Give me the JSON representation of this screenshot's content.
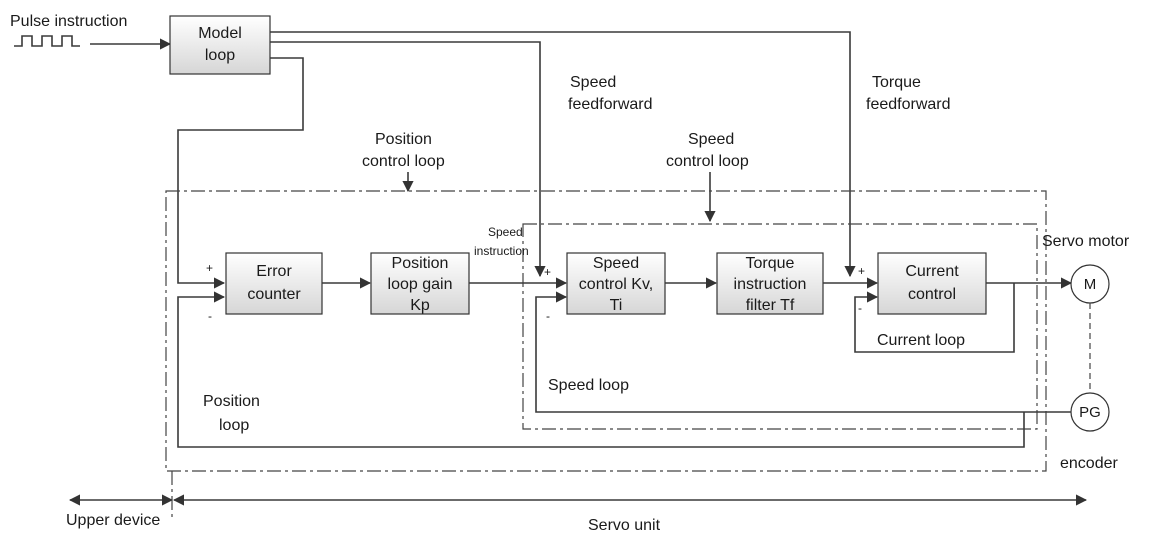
{
  "labels": {
    "pulse_instruction": "Pulse instruction",
    "speed_feedforward_1": "Speed",
    "speed_feedforward_2": "feedforward",
    "torque_feedforward_1": "Torque",
    "torque_feedforward_2": "feedforward",
    "position_control_loop_1": "Position",
    "position_control_loop_2": "control loop",
    "speed_control_loop_1": "Speed",
    "speed_control_loop_2": "control loop",
    "speed_instruction_1": "Speed",
    "speed_instruction_2": "instruction",
    "servo_motor": "Servo motor",
    "current_loop": "Current loop",
    "speed_loop": "Speed loop",
    "position_loop_1": "Position",
    "position_loop_2": "loop",
    "encoder": "encoder",
    "upper_device": "Upper device",
    "servo_unit": "Servo unit"
  },
  "blocks": {
    "model_loop": [
      "Model",
      "loop"
    ],
    "error_counter": [
      "Error",
      "counter"
    ],
    "position_gain": [
      "Position",
      "loop gain",
      "Kp"
    ],
    "speed_control": [
      "Speed",
      "control Kv,",
      "Ti"
    ],
    "torque_filter": [
      "Torque",
      "instruction",
      "filter Tf"
    ],
    "current_control": [
      "Current",
      "control"
    ]
  },
  "nodes": {
    "motor": "M",
    "pg": "PG"
  },
  "signs": {
    "plus": "+",
    "minus": "-"
  }
}
